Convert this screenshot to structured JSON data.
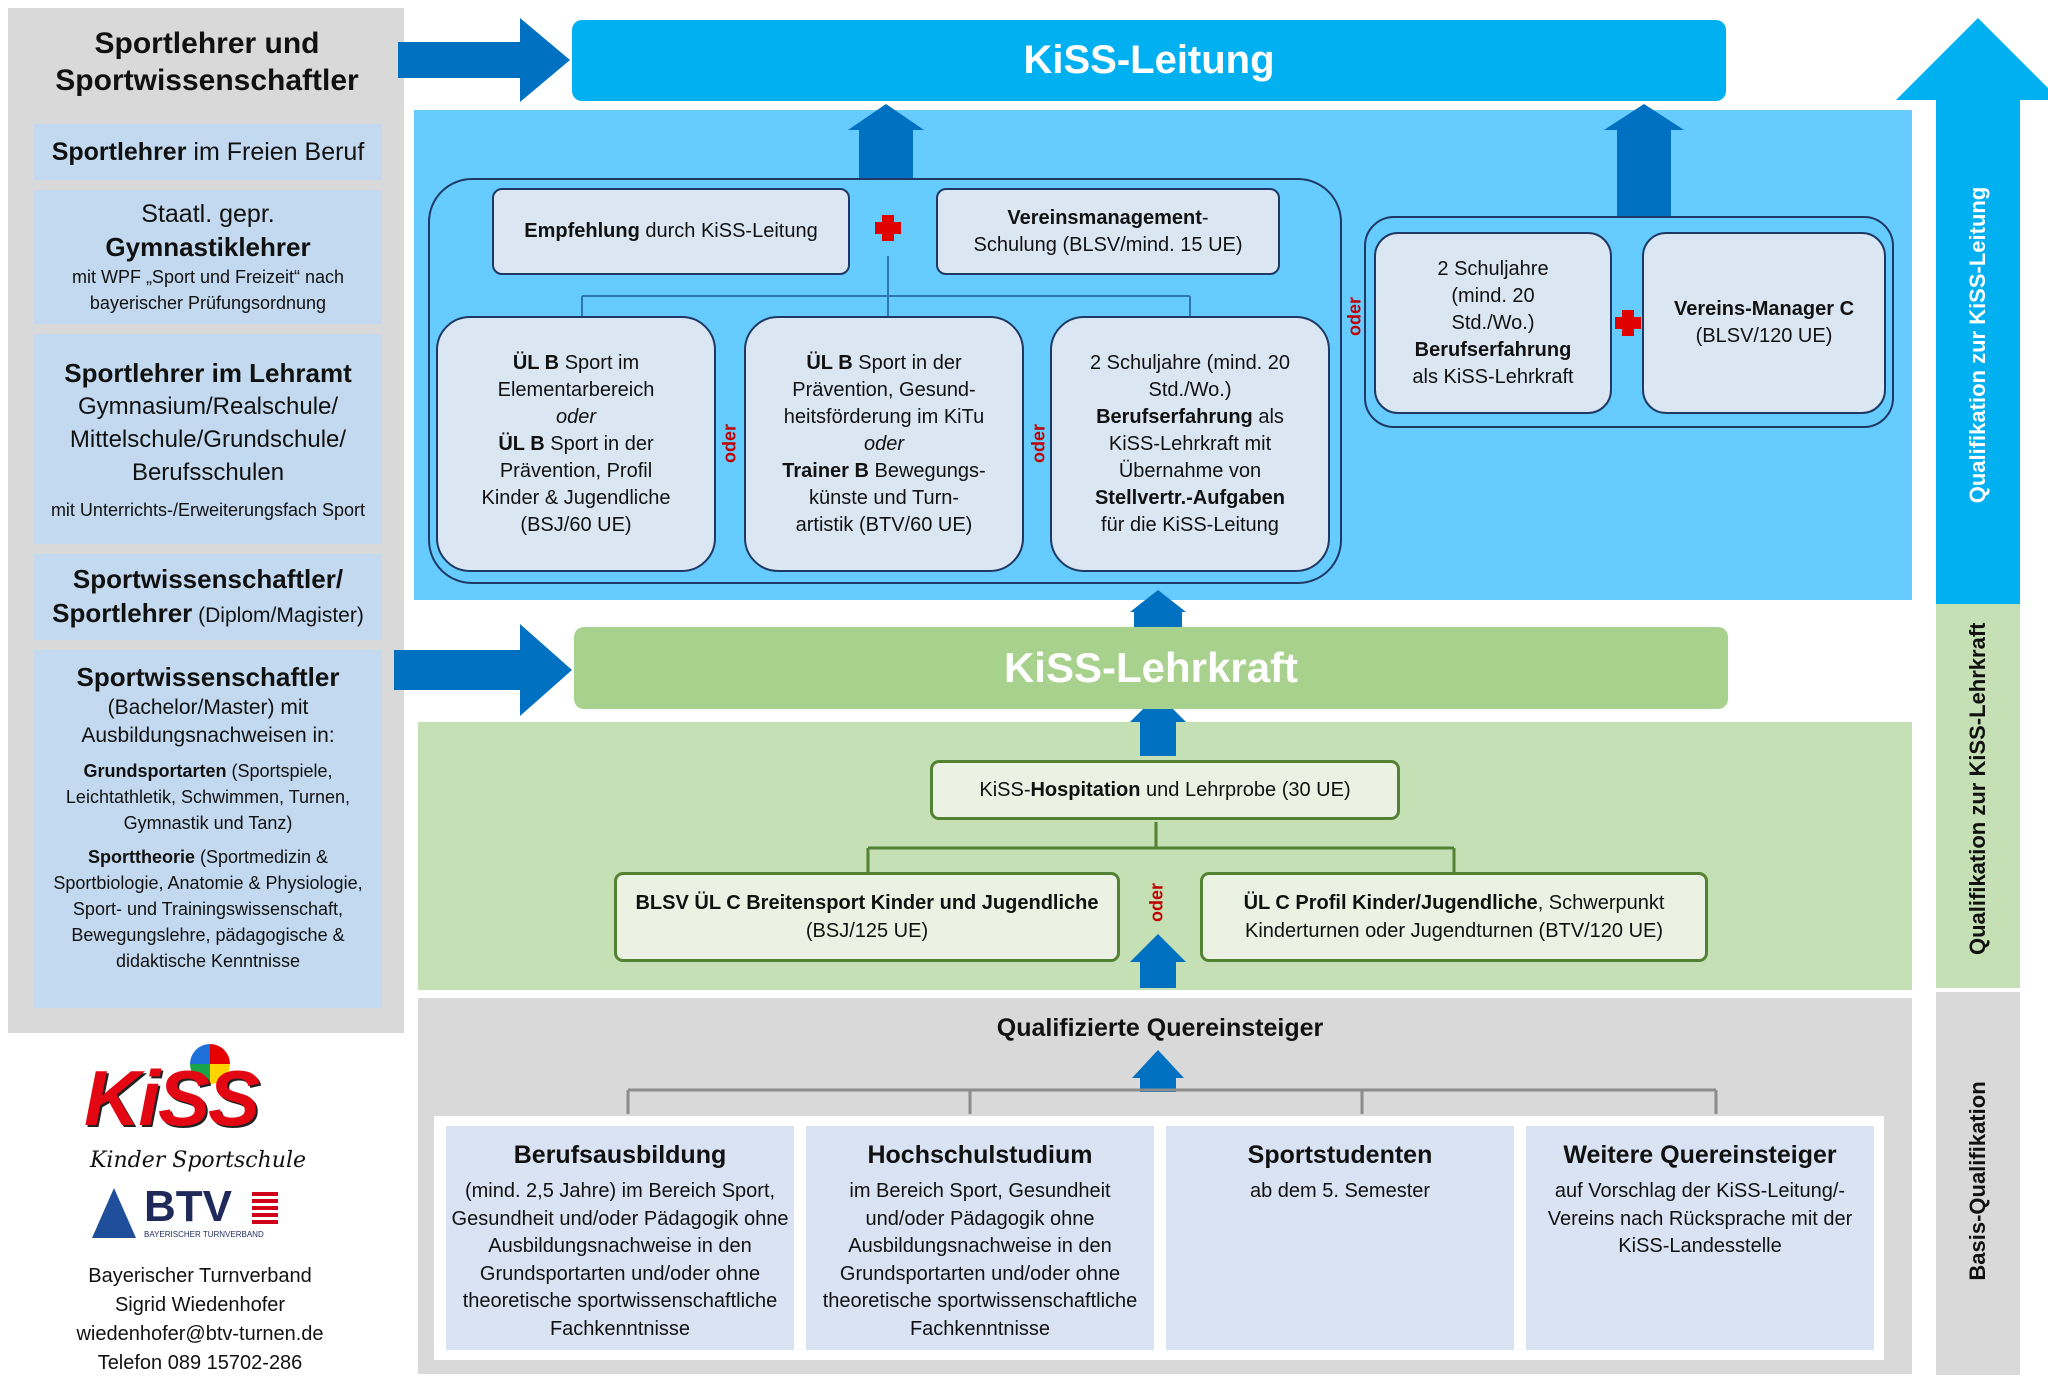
{
  "left_panel": {
    "header": "Sportlehrer und Sportwissenschaftler",
    "box1": {
      "bold": "Sportlehrer",
      "rest": " im Freien Beruf"
    },
    "box2": {
      "line1": "Staatl. gepr.",
      "bold": "Gymnastiklehrer",
      "small": "mit WPF „Sport und Freizeit“ nach bayerischer Prüfungsordnung"
    },
    "box3": {
      "bold": "Sportlehrer im Lehramt",
      "body": "Gymnasium/Realschule/ Mittelschule/Grundschule/ Berufsschulen",
      "small": "mit Unterrichts-/Erweiterungsfach Sport"
    },
    "box4": {
      "bold1": "Sportwissenschaftler/",
      "bold2": "Sportlehrer",
      "rest": " (Diplom/Magister)"
    },
    "box5": {
      "bold": "Sportwissenschaftler",
      "body": "(Bachelor/Master) mit Ausbildungsnachweisen in:",
      "p1_bold": "Grundsportarten",
      "p1_rest": " (Sportspiele, Leichtathletik, Schwimmen, Turnen, Gymnastik und Tanz)",
      "p2_bold": "Sporttheorie",
      "p2_rest": " (Sportmedizin & Sportbiologie, Anatomie & Physiologie, Sport- und Trainingswissenschaft, Bewegungslehre, pädagogische & didaktische Kenntnisse"
    }
  },
  "logo": {
    "kiss_text": "KiSS",
    "kinder_text": "Kinder Sportschule",
    "btv_text": "BTV",
    "btv_sub": "BAYERISCHER TURNVERBAND"
  },
  "contact": {
    "line1": "Bayerischer Turnverband",
    "line2": "Sigrid Wiedenhofer",
    "line3": "wiedenhofer@btv-turnen.de",
    "line4": "Telefon 089 15702-286"
  },
  "leitung": {
    "title": "KiSS-Leitung",
    "empfehlung": {
      "bold": "Empfehlung",
      "rest": " durch KiSS-Leitung"
    },
    "vereinsmgmt": {
      "bold": "Vereinsmanagement",
      "rest1": "-",
      "rest2": "Schulung (BLSV/mind. 15 UE)"
    },
    "opt1": {
      "l1b": "ÜL B",
      "l1r": " Sport im",
      "l2": "Elementarbereich",
      "l3": "oder",
      "l4b": "ÜL B",
      "l4r": " Sport in der",
      "l5": "Prävention, Profil",
      "l6": "Kinder & Jugendliche",
      "l7": "(BSJ/60 UE)"
    },
    "opt2": {
      "l1b": "ÜL B",
      "l1r": " Sport in der",
      "l2": "Prävention, Gesund-",
      "l3": "heitsförderung im KiTu",
      "l4": "oder",
      "l5b": "Trainer B",
      "l5r": " Bewegungs-",
      "l6": "künste und Turn-",
      "l7": "artistik (BTV/60 UE)"
    },
    "opt3": {
      "l1": "2 Schuljahre (mind. 20",
      "l2": "Std./Wo.)",
      "l3b": "Berufserfahrung",
      "l3r": " als",
      "l4": "KiSS-Lehrkraft mit",
      "l5": "Übernahme von",
      "l6b": "Stellvertr.-Aufgaben",
      "l7": "für die KiSS-Leitung"
    },
    "alt1": {
      "l1": "2 Schuljahre",
      "l2": "(mind. 20",
      "l3": "Std./Wo.)",
      "l4b": "Berufserfahrung",
      "l5": "als KiSS-Lehrkraft"
    },
    "alt2": {
      "bold": "Vereins-Manager C",
      "rest": "(BLSV/120 UE)"
    },
    "oder": "oder"
  },
  "lehrkraft": {
    "title": "KiSS-Lehrkraft",
    "hosp": {
      "pre": "KiSS-",
      "bold": "Hospitation",
      "rest": " und Lehrprobe (30 UE)"
    },
    "blsv": {
      "bold": "BLSV ÜL C Breitensport Kinder und Jugendliche",
      "rest": "(BSJ/125 UE)"
    },
    "ulc": {
      "bold": "ÜL C Profil Kinder/Jugendliche",
      "rest1": ", Schwerpunkt",
      "rest2": "Kinderturnen oder Jugendturnen (BTV/120 UE)"
    },
    "oder": "oder"
  },
  "basis": {
    "title": "Qualifizierte Quereinsteiger",
    "cards": [
      {
        "heading": "Berufsausbildung",
        "text": "(mind. 2,5 Jahre) im Bereich Sport, Gesundheit und/oder Pädagogik ohne Ausbildungsnachweise in den Grundsportarten und/oder ohne theoretische sportwissenschaftliche Fachkenntnisse"
      },
      {
        "heading": "Hochschulstudium",
        "text": "im Bereich Sport, Gesundheit und/oder Pädagogik ohne Ausbildungsnachweise in den Grundsportarten und/oder ohne theoretische sportwissenschaftliche Fachkenntnisse"
      },
      {
        "heading": "Sportstudenten",
        "text": "ab dem 5. Semester"
      },
      {
        "heading": "Weitere Quereinsteiger",
        "text": "auf Vorschlag der KiSS-Leitung/-Vereins nach Rücksprache mit der KiSS-Landesstelle"
      }
    ]
  },
  "side_labels": {
    "leitung": "Qualifikation zur KiSS-Leitung",
    "lehrkraft": "Qualifikation zur KiSS-Lehrkraft",
    "basis": "Basis-Qualifikation"
  },
  "colors": {
    "blue_dark": "#0070c0",
    "blue_title": "#00b0f0",
    "blue_area": "#66ccff",
    "green_title": "#a9d18e",
    "green_area": "#c5e0b4",
    "grey": "#d9d9d9",
    "red": "#c00000"
  }
}
